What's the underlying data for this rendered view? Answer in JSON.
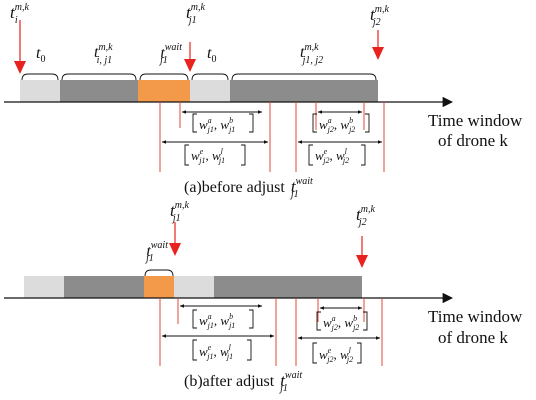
{
  "colors": {
    "light_gray": "#dcdcdc",
    "dark_gray": "#8c8c8c",
    "orange": "#f39a4a",
    "marker_red": "#e8231f",
    "line_red": "#e04a3a",
    "ink": "#111111"
  },
  "panel_a": {
    "caption": "(a)before adjust",
    "caption_symbol": {
      "base": "t",
      "sub": "j1",
      "sup": "wait"
    },
    "axis_label_line1": "Time window",
    "axis_label_line2": "of drone k",
    "markers": [
      {
        "base": "t",
        "sub": "i",
        "sup": "m,k"
      },
      {
        "base": "t",
        "sub": "j1",
        "sup": "m,k"
      },
      {
        "base": "t",
        "sub": "j2",
        "sup": "m,k"
      }
    ],
    "segment_labels": [
      {
        "base": "t",
        "sub": "0",
        "sup": ""
      },
      {
        "base": "t",
        "sub": "i, j1",
        "sup": "m,k"
      },
      {
        "base": "t",
        "sub": "j1",
        "sup": "wait"
      },
      {
        "base": "t",
        "sub": "0",
        "sup": ""
      },
      {
        "base": "t",
        "sub": "j1, j2",
        "sup": "m,k"
      }
    ],
    "windows": [
      {
        "a": "w",
        "asub": "j1",
        "asup": "a",
        "b": "w",
        "bsub": "j1",
        "bsup": "b"
      },
      {
        "a": "w",
        "asub": "j1",
        "asup": "e",
        "b": "w",
        "bsub": "j1",
        "bsup": "l"
      },
      {
        "a": "w",
        "asub": "j2",
        "asup": "a",
        "b": "w",
        "bsub": "j2",
        "bsup": "b"
      },
      {
        "a": "w",
        "asub": "j2",
        "asup": "e",
        "b": "w",
        "bsub": "j2",
        "bsup": "l"
      }
    ]
  },
  "panel_b": {
    "caption": "(b)after adjust",
    "caption_symbol": {
      "base": "t",
      "sub": "j1",
      "sup": "wait"
    },
    "axis_label_line1": "Time window",
    "axis_label_line2": "of drone k",
    "markers": [
      {
        "base": "t",
        "sub": "j1",
        "sup": "m,k"
      },
      {
        "base": "t",
        "sub": "j2",
        "sup": "m,k"
      }
    ],
    "segment_labels": [
      {
        "base": "t",
        "sub": "j1",
        "sup": "wait"
      }
    ],
    "windows": [
      {
        "a": "w",
        "asub": "j1",
        "asup": "a",
        "b": "w",
        "bsub": "j1",
        "bsup": "b"
      },
      {
        "a": "w",
        "asub": "j1",
        "asup": "e",
        "b": "w",
        "bsub": "j1",
        "bsup": "l"
      },
      {
        "a": "w",
        "asub": "j2",
        "asup": "a",
        "b": "w",
        "bsub": "j2",
        "bsup": "b"
      },
      {
        "a": "w",
        "asub": "j2",
        "asup": "e",
        "b": "w",
        "bsub": "j2",
        "bsup": "l"
      }
    ]
  }
}
